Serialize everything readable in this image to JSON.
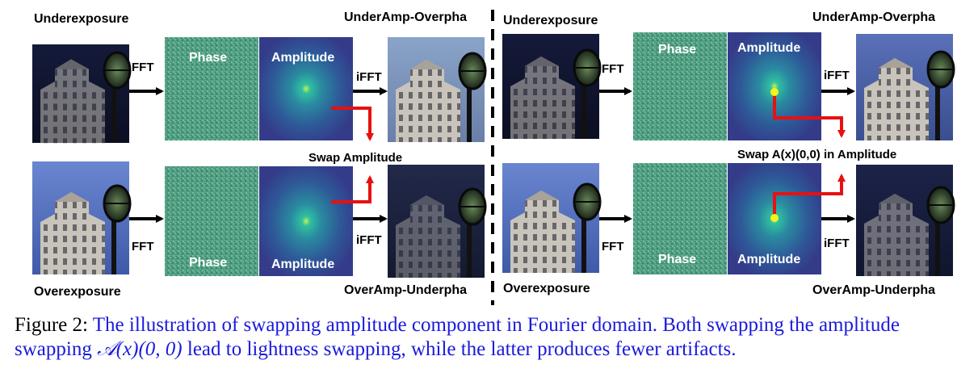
{
  "left_panel": {
    "under_label": "Underexposure",
    "over_label": "Overexposure",
    "fft_label": "FFT",
    "ifft_label": "iFFT",
    "phase_label": "Phase",
    "amplitude_label": "Amplitude",
    "result_top_label": "UnderAmp-Overpha",
    "result_bottom_label": "OverAmp-Underpha",
    "swap_label": "Swap Amplitude"
  },
  "right_panel": {
    "under_label": "Underexposure",
    "over_label": "Overexposure",
    "fft_label": "FFT",
    "ifft_label": "iFFT",
    "phase_label": "Phase",
    "amplitude_label": "Amplitude",
    "result_top_label": "UnderAmp-Overpha",
    "result_bottom_label": "OverAmp-Underpha",
    "swap_label": "Swap A(x)(0,0) in Amplitude"
  },
  "caption": {
    "figure_label": "Figure 2:",
    "text_1": "The illustration of swapping amplitude component in Fourier domain. Both swapping the amplitude swapping",
    "math": "𝒜(x)(0, 0)",
    "text_2": "lead to lightness swapping, while the latter produces fewer artifacts."
  },
  "colors": {
    "arrow_red": "#e81010",
    "dot_yellow": "#f4f418",
    "divider": "#000000",
    "caption_blue": "#1a1adc"
  }
}
